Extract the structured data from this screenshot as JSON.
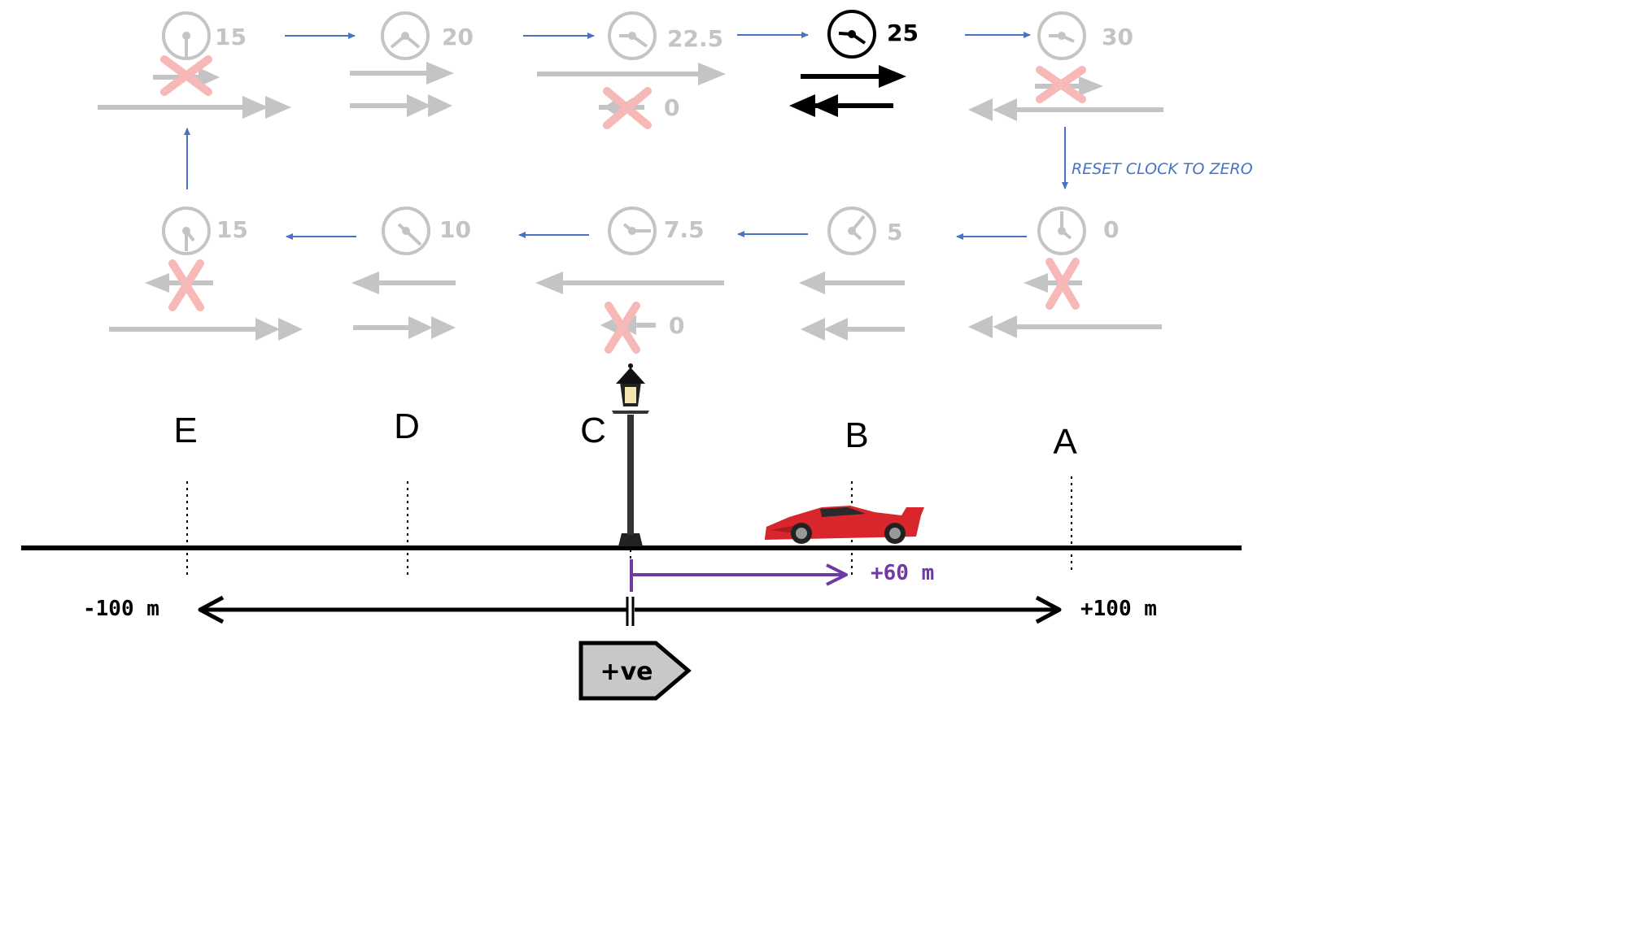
{
  "colors": {
    "faded": "#c4c4c4",
    "active": "#000000",
    "flow": "#4a72c4",
    "cross": "#f6b9b7",
    "displacement": "#6f3aa3",
    "positive_tag_fill": "#c8c8c8"
  },
  "top_row": [
    {
      "time": "15",
      "state": "faded"
    },
    {
      "time": "20",
      "state": "faded"
    },
    {
      "time": "22.5",
      "state": "faded",
      "zero_label": "0"
    },
    {
      "time": "25",
      "state": "active"
    },
    {
      "time": "30",
      "state": "faded"
    }
  ],
  "bottom_row": [
    {
      "time": "15",
      "state": "faded"
    },
    {
      "time": "10",
      "state": "faded"
    },
    {
      "time": "7.5",
      "state": "faded",
      "zero_label": "0"
    },
    {
      "time": "5",
      "state": "faded"
    },
    {
      "time": "0",
      "state": "faded"
    }
  ],
  "reset_note": "RESET CLOCK TO ZERO",
  "markers": [
    "E",
    "D",
    "C",
    "B",
    "A"
  ],
  "axis": {
    "left_label": "-100 m",
    "right_label": "+100 m",
    "displacement_label": "+60 m",
    "positive_label": "+ve"
  },
  "icons": [
    "clock-icon",
    "street-lamp-icon",
    "red-sports-car-icon",
    "cross-icon",
    "flow-arrow-icon"
  ]
}
